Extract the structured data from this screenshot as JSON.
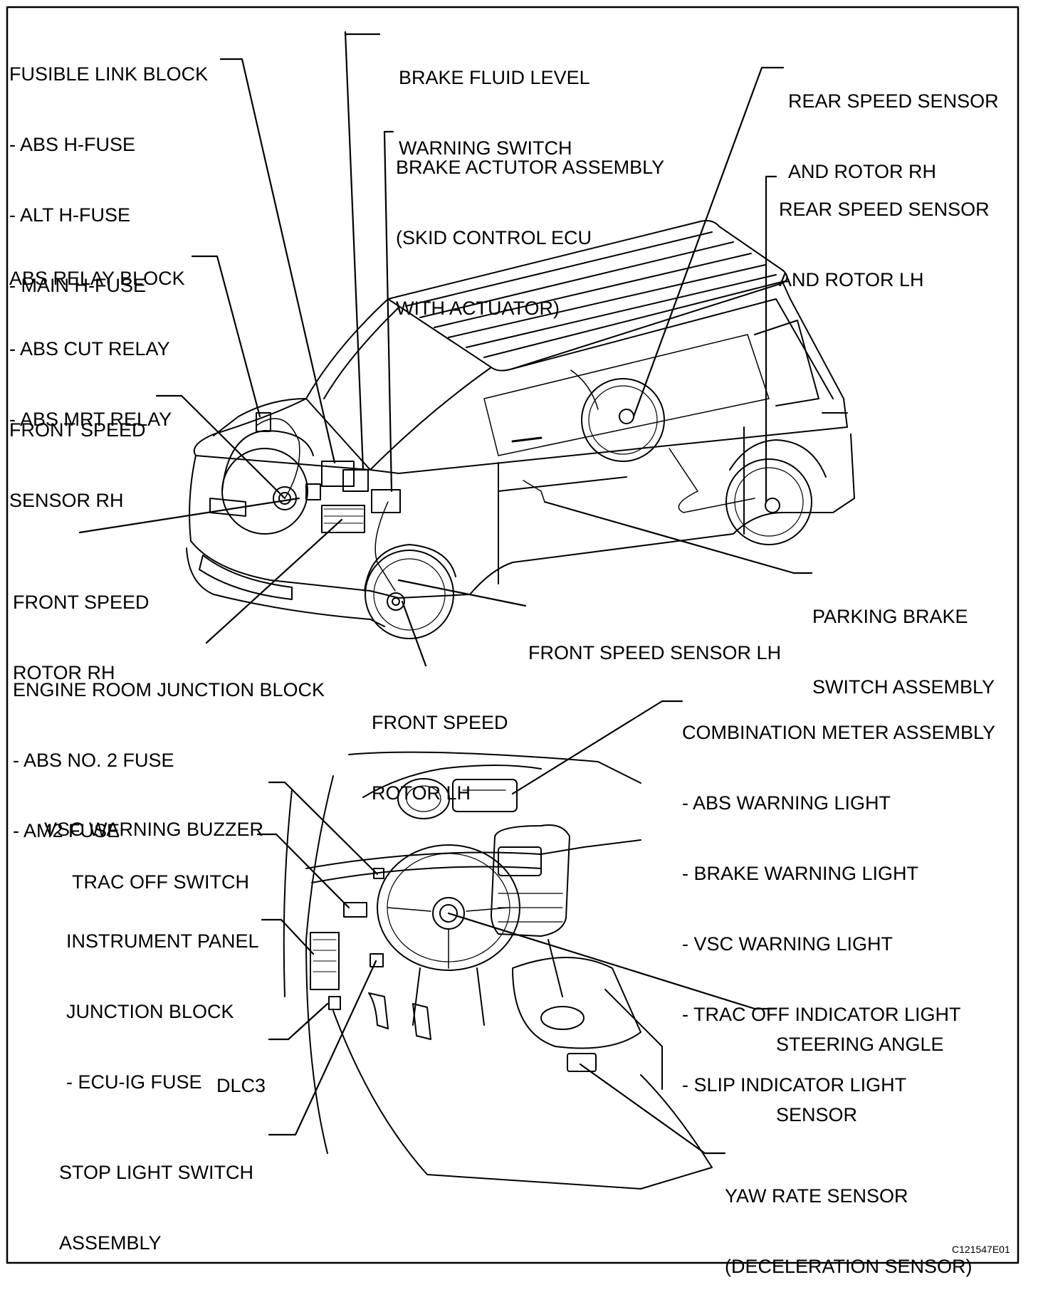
{
  "labels": {
    "fusible_link_block": [
      "FUSIBLE LINK BLOCK",
      "- ABS H-FUSE",
      "- ALT H-FUSE",
      "- MAIN H-FUSE"
    ],
    "brake_fluid_level_switch": [
      "BRAKE FLUID LEVEL",
      "WARNING SWITCH"
    ],
    "brake_actuator_assembly": [
      "BRAKE ACTUTOR ASSEMBLY",
      "(SKID CONTROL ECU",
      "WITH ACTUATOR)"
    ],
    "rear_speed_sensor_rh": [
      "REAR SPEED SENSOR",
      "AND ROTOR RH"
    ],
    "rear_speed_sensor_lh": [
      "REAR SPEED SENSOR",
      "AND ROTOR LH"
    ],
    "abs_relay_block": [
      "ABS RELAY BLOCK",
      "- ABS CUT RELAY",
      "- ABS MRT RELAY"
    ],
    "front_speed_sensor_rh": [
      "FRONT SPEED",
      "SENSOR RH"
    ],
    "front_speed_rotor_rh": [
      "FRONT SPEED",
      "ROTOR RH"
    ],
    "parking_brake_switch": [
      "PARKING BRAKE",
      "SWITCH ASSEMBLY"
    ],
    "front_speed_sensor_lh": [
      "FRONT SPEED SENSOR LH"
    ],
    "engine_room_junction_block": [
      "ENGINE ROOM JUNCTION BLOCK",
      "- ABS NO. 2 FUSE",
      "- AM2 FUSE"
    ],
    "front_speed_rotor_lh": [
      "FRONT SPEED",
      "ROTOR LH"
    ],
    "combination_meter": [
      "COMBINATION METER ASSEMBLY",
      "- ABS WARNING LIGHT",
      "- BRAKE WARNING LIGHT",
      "- VSC WARNING LIGHT",
      "- TRAC OFF INDICATOR LIGHT",
      "- SLIP INDICATOR LIGHT"
    ],
    "vsc_warning_buzzer": [
      "VSC WARNING BUZZER"
    ],
    "trac_off_switch": [
      "TRAC OFF SWITCH"
    ],
    "instrument_panel_junction_block": [
      "INSTRUMENT PANEL",
      "JUNCTION BLOCK",
      "- ECU-IG FUSE"
    ],
    "dlc3": [
      "DLC3"
    ],
    "steering_angle_sensor": [
      "STEERING ANGLE",
      "SENSOR"
    ],
    "stop_light_switch": [
      "STOP LIGHT SWITCH",
      "ASSEMBLY"
    ],
    "yaw_rate_sensor": [
      "YAW RATE SENSOR",
      "(DECELERATION SENSOR)"
    ]
  },
  "figure_code": "C121547E01",
  "colors": {
    "ink": "#000000",
    "paper": "#ffffff"
  }
}
